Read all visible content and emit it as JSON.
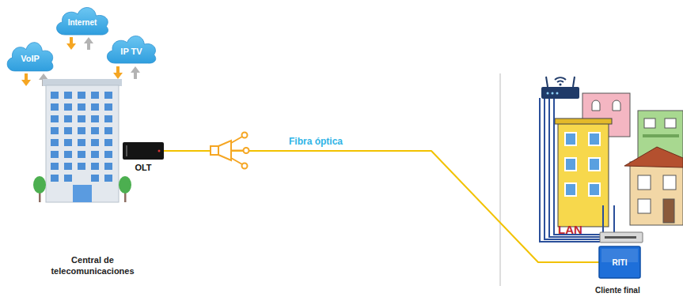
{
  "diagram": {
    "nodes": [
      {
        "text": [
          "Internet"
        ]
      },
      {
        "text": [
          "VoIP"
        ]
      },
      {
        "text": [
          "IP TV"
        ]
      },
      {
        "text": [
          "Central de telecomunicaciones"
        ]
      },
      {
        "text": [
          "OLT"
        ]
      },
      {
        "text": [
          "RITI"
        ]
      }
    ],
    "edges": [
      {
        "from": 4,
        "to": 5,
        "arrow": "none",
        "label": "Fibra óptica"
      }
    ],
    "labels": [
      "LAN",
      "Cliente final"
    ]
  }
}
